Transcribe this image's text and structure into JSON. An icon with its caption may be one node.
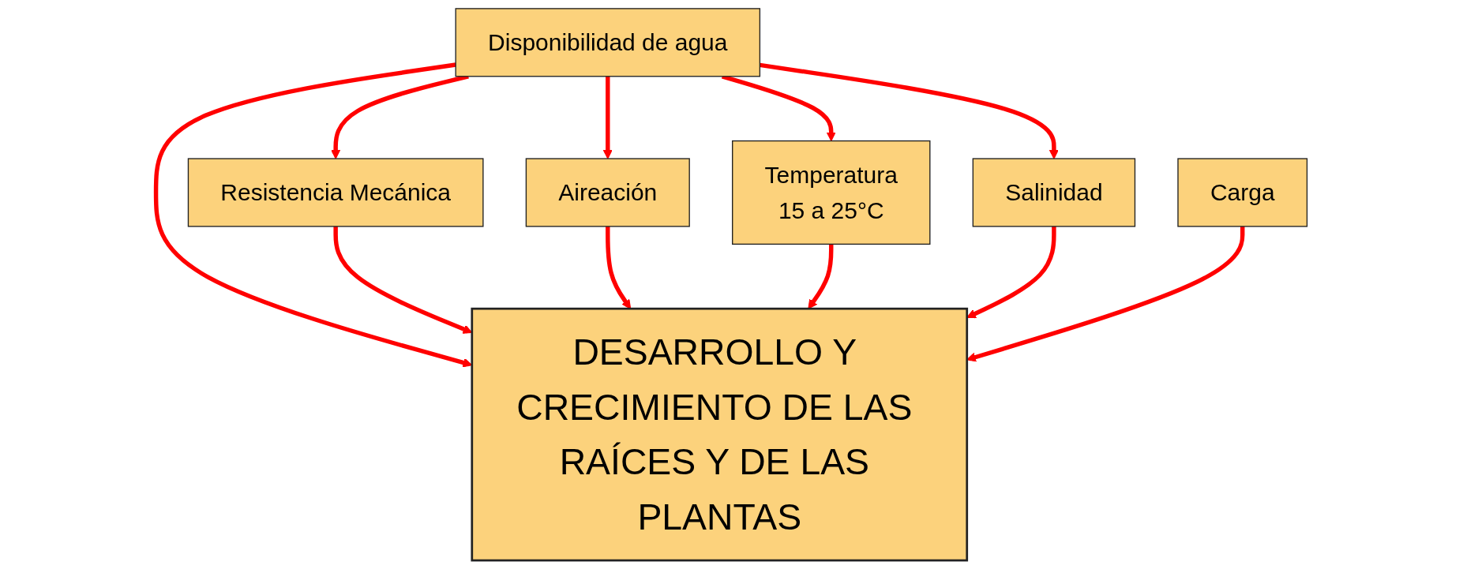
{
  "diagram": {
    "nodes": [
      {
        "text": [
          "Disponibilidad de agua"
        ]
      },
      {
        "text": [
          "Resistencia Mecánica"
        ]
      },
      {
        "text": [
          "Aireación"
        ]
      },
      {
        "text": [
          "Temperatura",
          "15 a 25°C"
        ]
      },
      {
        "text": [
          "Salinidad"
        ]
      },
      {
        "text": [
          "Carga"
        ]
      },
      {
        "text": [
          "DESARROLLO Y CRECIMIENTO DE LAS RAÍCES Y DE LAS PLANTAS"
        ]
      }
    ],
    "edges": [
      {
        "from": 0,
        "to": 6,
        "arrow": "to"
      },
      {
        "from": 1,
        "to": 6,
        "arrow": "to"
      },
      {
        "from": 2,
        "to": 6,
        "arrow": "to"
      },
      {
        "from": 3,
        "to": 6,
        "arrow": "to"
      },
      {
        "from": 4,
        "to": 6,
        "arrow": "to"
      },
      {
        "from": 5,
        "to": 6,
        "arrow": "to"
      },
      {
        "from": 0,
        "to": 1,
        "arrow": "to"
      },
      {
        "from": 0,
        "to": 2,
        "arrow": "to"
      },
      {
        "from": 0,
        "to": 3,
        "arrow": "to"
      },
      {
        "from": 0,
        "to": 4,
        "arrow": "to"
      }
    ]
  }
}
